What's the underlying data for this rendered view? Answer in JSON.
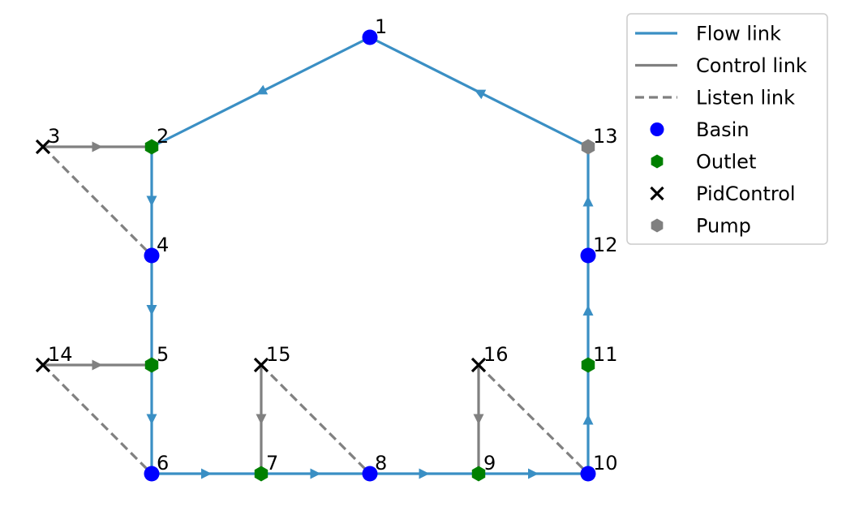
{
  "colors": {
    "flow": "#3a8fc4",
    "control": "#808080",
    "listen": "#808080",
    "basin": "#0000ff",
    "outlet": "#008000",
    "pidcontrol": "#000000",
    "pump": "#808080"
  },
  "legend": {
    "items": [
      {
        "key": "flow",
        "label": "Flow link",
        "symbol": "solid-line"
      },
      {
        "key": "control",
        "label": "Control link",
        "symbol": "solid-line"
      },
      {
        "key": "listen",
        "label": "Listen link",
        "symbol": "dashed-line"
      },
      {
        "key": "basin",
        "label": "Basin",
        "symbol": "circle"
      },
      {
        "key": "outlet",
        "label": "Outlet",
        "symbol": "hexagon"
      },
      {
        "key": "pidcontrol",
        "label": "PidControl",
        "symbol": "x"
      },
      {
        "key": "pump",
        "label": "Pump",
        "symbol": "hexagon"
      }
    ]
  },
  "nodes": [
    {
      "id": "1",
      "type": "basin"
    },
    {
      "id": "2",
      "type": "outlet"
    },
    {
      "id": "3",
      "type": "pidcontrol"
    },
    {
      "id": "4",
      "type": "basin"
    },
    {
      "id": "5",
      "type": "outlet"
    },
    {
      "id": "6",
      "type": "basin"
    },
    {
      "id": "7",
      "type": "outlet"
    },
    {
      "id": "8",
      "type": "basin"
    },
    {
      "id": "9",
      "type": "outlet"
    },
    {
      "id": "10",
      "type": "basin"
    },
    {
      "id": "11",
      "type": "outlet"
    },
    {
      "id": "12",
      "type": "basin"
    },
    {
      "id": "13",
      "type": "pump"
    },
    {
      "id": "14",
      "type": "pidcontrol"
    },
    {
      "id": "15",
      "type": "pidcontrol"
    },
    {
      "id": "16",
      "type": "pidcontrol"
    }
  ],
  "edges": [
    {
      "from": "1",
      "to": "2",
      "type": "flow"
    },
    {
      "from": "2",
      "to": "4",
      "type": "flow"
    },
    {
      "from": "4",
      "to": "5",
      "type": "flow"
    },
    {
      "from": "5",
      "to": "6",
      "type": "flow"
    },
    {
      "from": "6",
      "to": "7",
      "type": "flow"
    },
    {
      "from": "7",
      "to": "8",
      "type": "flow"
    },
    {
      "from": "8",
      "to": "9",
      "type": "flow"
    },
    {
      "from": "9",
      "to": "10",
      "type": "flow"
    },
    {
      "from": "10",
      "to": "11",
      "type": "flow"
    },
    {
      "from": "11",
      "to": "12",
      "type": "flow"
    },
    {
      "from": "12",
      "to": "13",
      "type": "flow"
    },
    {
      "from": "13",
      "to": "1",
      "type": "flow"
    },
    {
      "from": "3",
      "to": "2",
      "type": "control"
    },
    {
      "from": "14",
      "to": "5",
      "type": "control"
    },
    {
      "from": "15",
      "to": "7",
      "type": "control"
    },
    {
      "from": "16",
      "to": "9",
      "type": "control"
    },
    {
      "from": "3",
      "to": "4",
      "type": "listen"
    },
    {
      "from": "14",
      "to": "6",
      "type": "listen"
    },
    {
      "from": "15",
      "to": "8",
      "type": "listen"
    },
    {
      "from": "16",
      "to": "10",
      "type": "listen"
    }
  ]
}
